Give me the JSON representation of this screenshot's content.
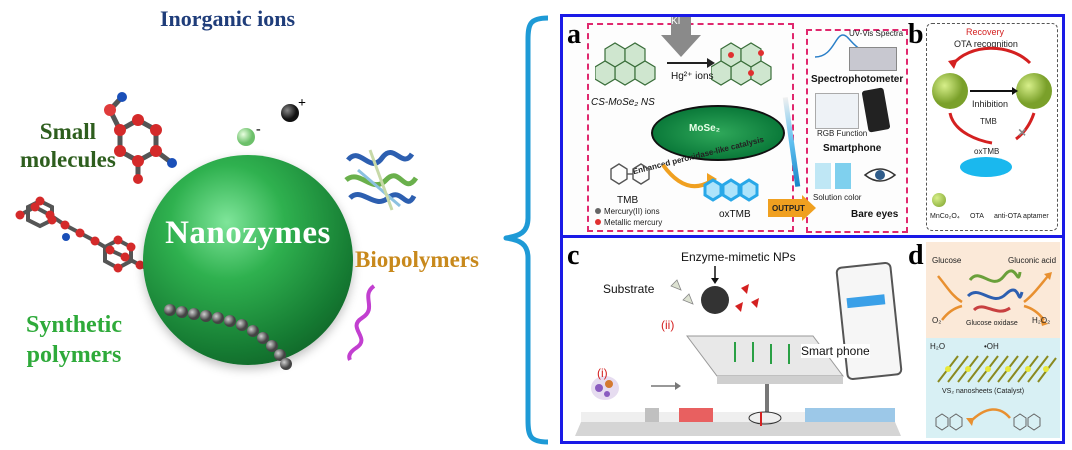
{
  "left": {
    "inorganic_ions": "Inorganic ions",
    "small_molecules": [
      "Small",
      "molecules"
    ],
    "nanozymes": "Nanozymes",
    "biopolymers": "Biopolymers",
    "synthetic_polymers": [
      "Synthetic",
      "polymers"
    ],
    "ion_charges": {
      "minus": "-",
      "plus": "+"
    }
  },
  "panels": {
    "a": {
      "label": "a",
      "top_text": "KI",
      "nanosheet": "CS-MoSe₂ NS",
      "ions": "Hg²⁺ ions",
      "catalysis": "Enhanced peroxidase-like catalysis",
      "tmb": "TMB",
      "oxtmb": "oxTMB",
      "output": "OUTPUT",
      "legend": [
        "Mercury(II) ions",
        "Metallic mercury"
      ],
      "spectro_top": "UV-Vis Spectra",
      "spectrophotometer": "Spectrophotometer",
      "rgb": "RGB Function",
      "smartphone": "Smartphone",
      "solution_color": "Solution color",
      "bare_eyes": "Bare eyes",
      "center_text": "MoSe₂"
    },
    "b": {
      "label": "b",
      "recovery": "Recovery",
      "ota_recognition": "OTA recognition",
      "inhibition": "Inhibition",
      "tmb": "TMB",
      "oxtmb": "oxTMB",
      "legend": [
        "MnCo₂O₄",
        "OTA",
        "anti-OTA aptamer"
      ]
    },
    "c": {
      "label": "c",
      "enzyme_mimetic": "Enzyme-mimetic NPs",
      "substrate": "Substrate",
      "step_ii": "(ii)",
      "step_i": "(i)",
      "smart_phone": "Smart phone"
    },
    "d": {
      "label": "d",
      "glucose": "Glucose",
      "gluconic_acid": "Gluconic acid",
      "o2": "O₂",
      "h2o2": "H₂O₂",
      "glucose_oxidase": "Glucose oxidase",
      "h2o": "H₂O",
      "oh": "•OH",
      "catalyst": "VS₂ nanosheets (Catalyst)"
    }
  },
  "colors": {
    "frame": "#1a1ae6",
    "bracket": "#1e9ad6",
    "sphere": "#2fb14f",
    "inorganic": "#1f3d7a",
    "small_molecules": "#2e5e1e",
    "biopolymers": "#c8891c",
    "synthetic_polymers": "#2eaa3a",
    "panel_a_border": "#e0286e"
  }
}
